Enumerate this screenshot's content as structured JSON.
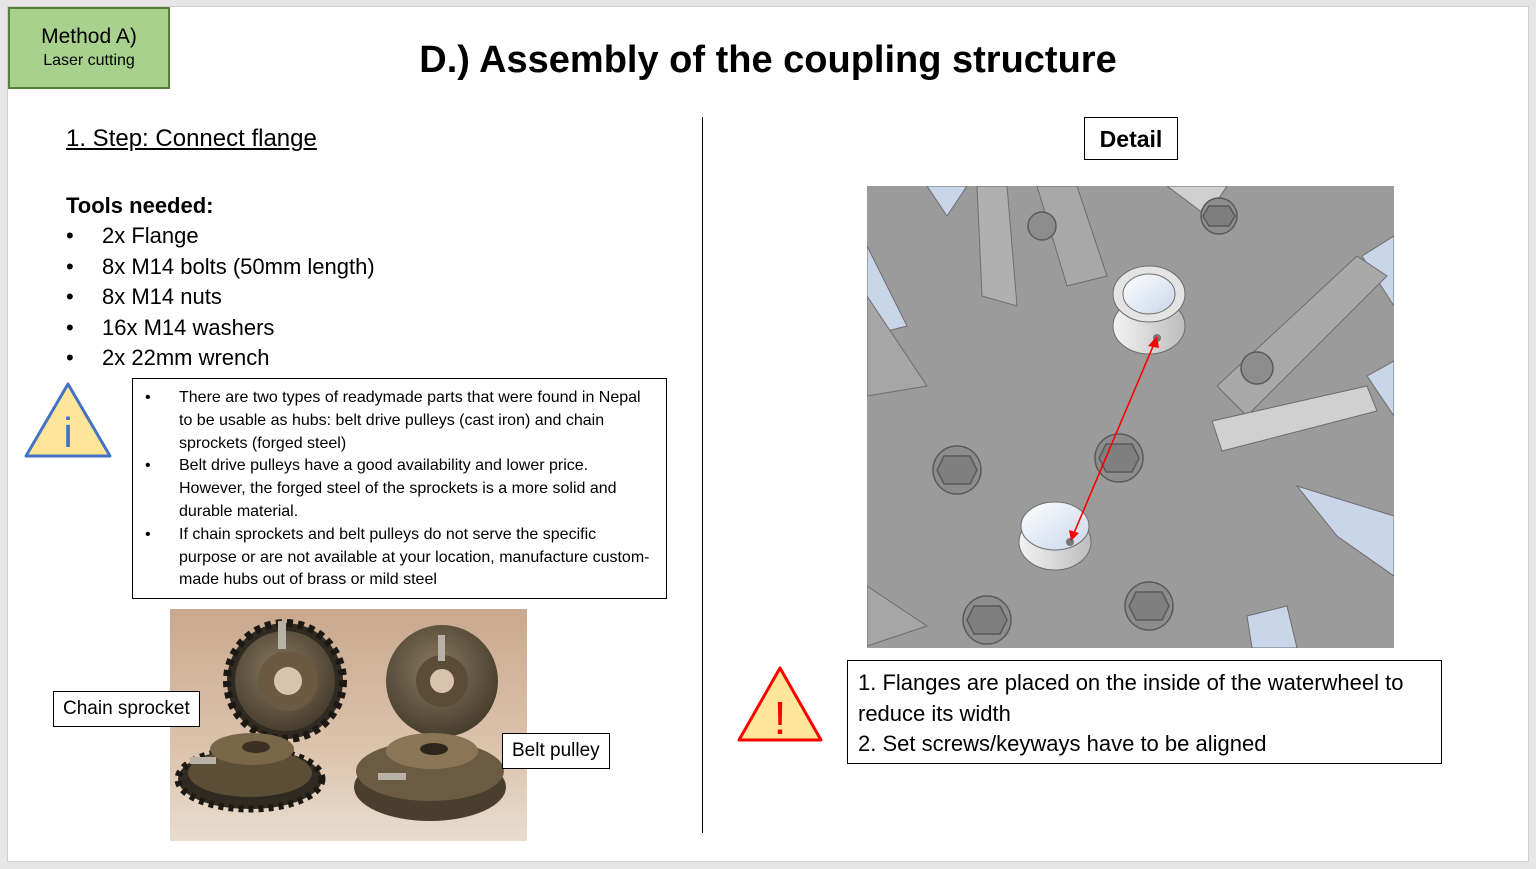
{
  "method": {
    "title": "Method A)",
    "subtitle": "Laser cutting"
  },
  "title": "D.) Assembly of the coupling structure",
  "step": {
    "title": "1. Step: Connect flange"
  },
  "tools": {
    "heading": "Tools needed:",
    "items": [
      "2x Flange",
      "8x M14 bolts (50mm length)",
      "8x M14 nuts",
      "16x M14 washers",
      "2x 22mm wrench"
    ]
  },
  "info": {
    "icon_glyph": "i",
    "items": [
      "There are two types of readymade parts that were found in Nepal to be usable as hubs: belt drive pulleys (cast iron) and chain sprockets (forged steel)",
      "Belt drive pulleys have a good availability and lower price. However, the forged steel of the sprockets is a more solid and durable material.",
      "If chain sprockets and belt pulleys do not serve the specific purpose or are not available at your location, manufacture custom-made hubs out of brass or mild steel"
    ]
  },
  "photo_labels": {
    "chain": "Chain sprocket",
    "belt": "Belt pulley"
  },
  "detail": {
    "label": "Detail"
  },
  "warning": {
    "icon_glyph": "!",
    "lines": [
      "1. Flanges are placed on the inside of the waterwheel to reduce its width",
      "2. Set screws/keyways have to be aligned"
    ]
  },
  "colors": {
    "method_fill": "#a9d18e",
    "method_border": "#548235",
    "info_icon_fill": "#ffe699",
    "info_icon_stroke": "#4472c4",
    "warn_icon_fill": "#ffe699",
    "warn_icon_stroke": "#ff0000",
    "arrow": "#ff0000"
  }
}
